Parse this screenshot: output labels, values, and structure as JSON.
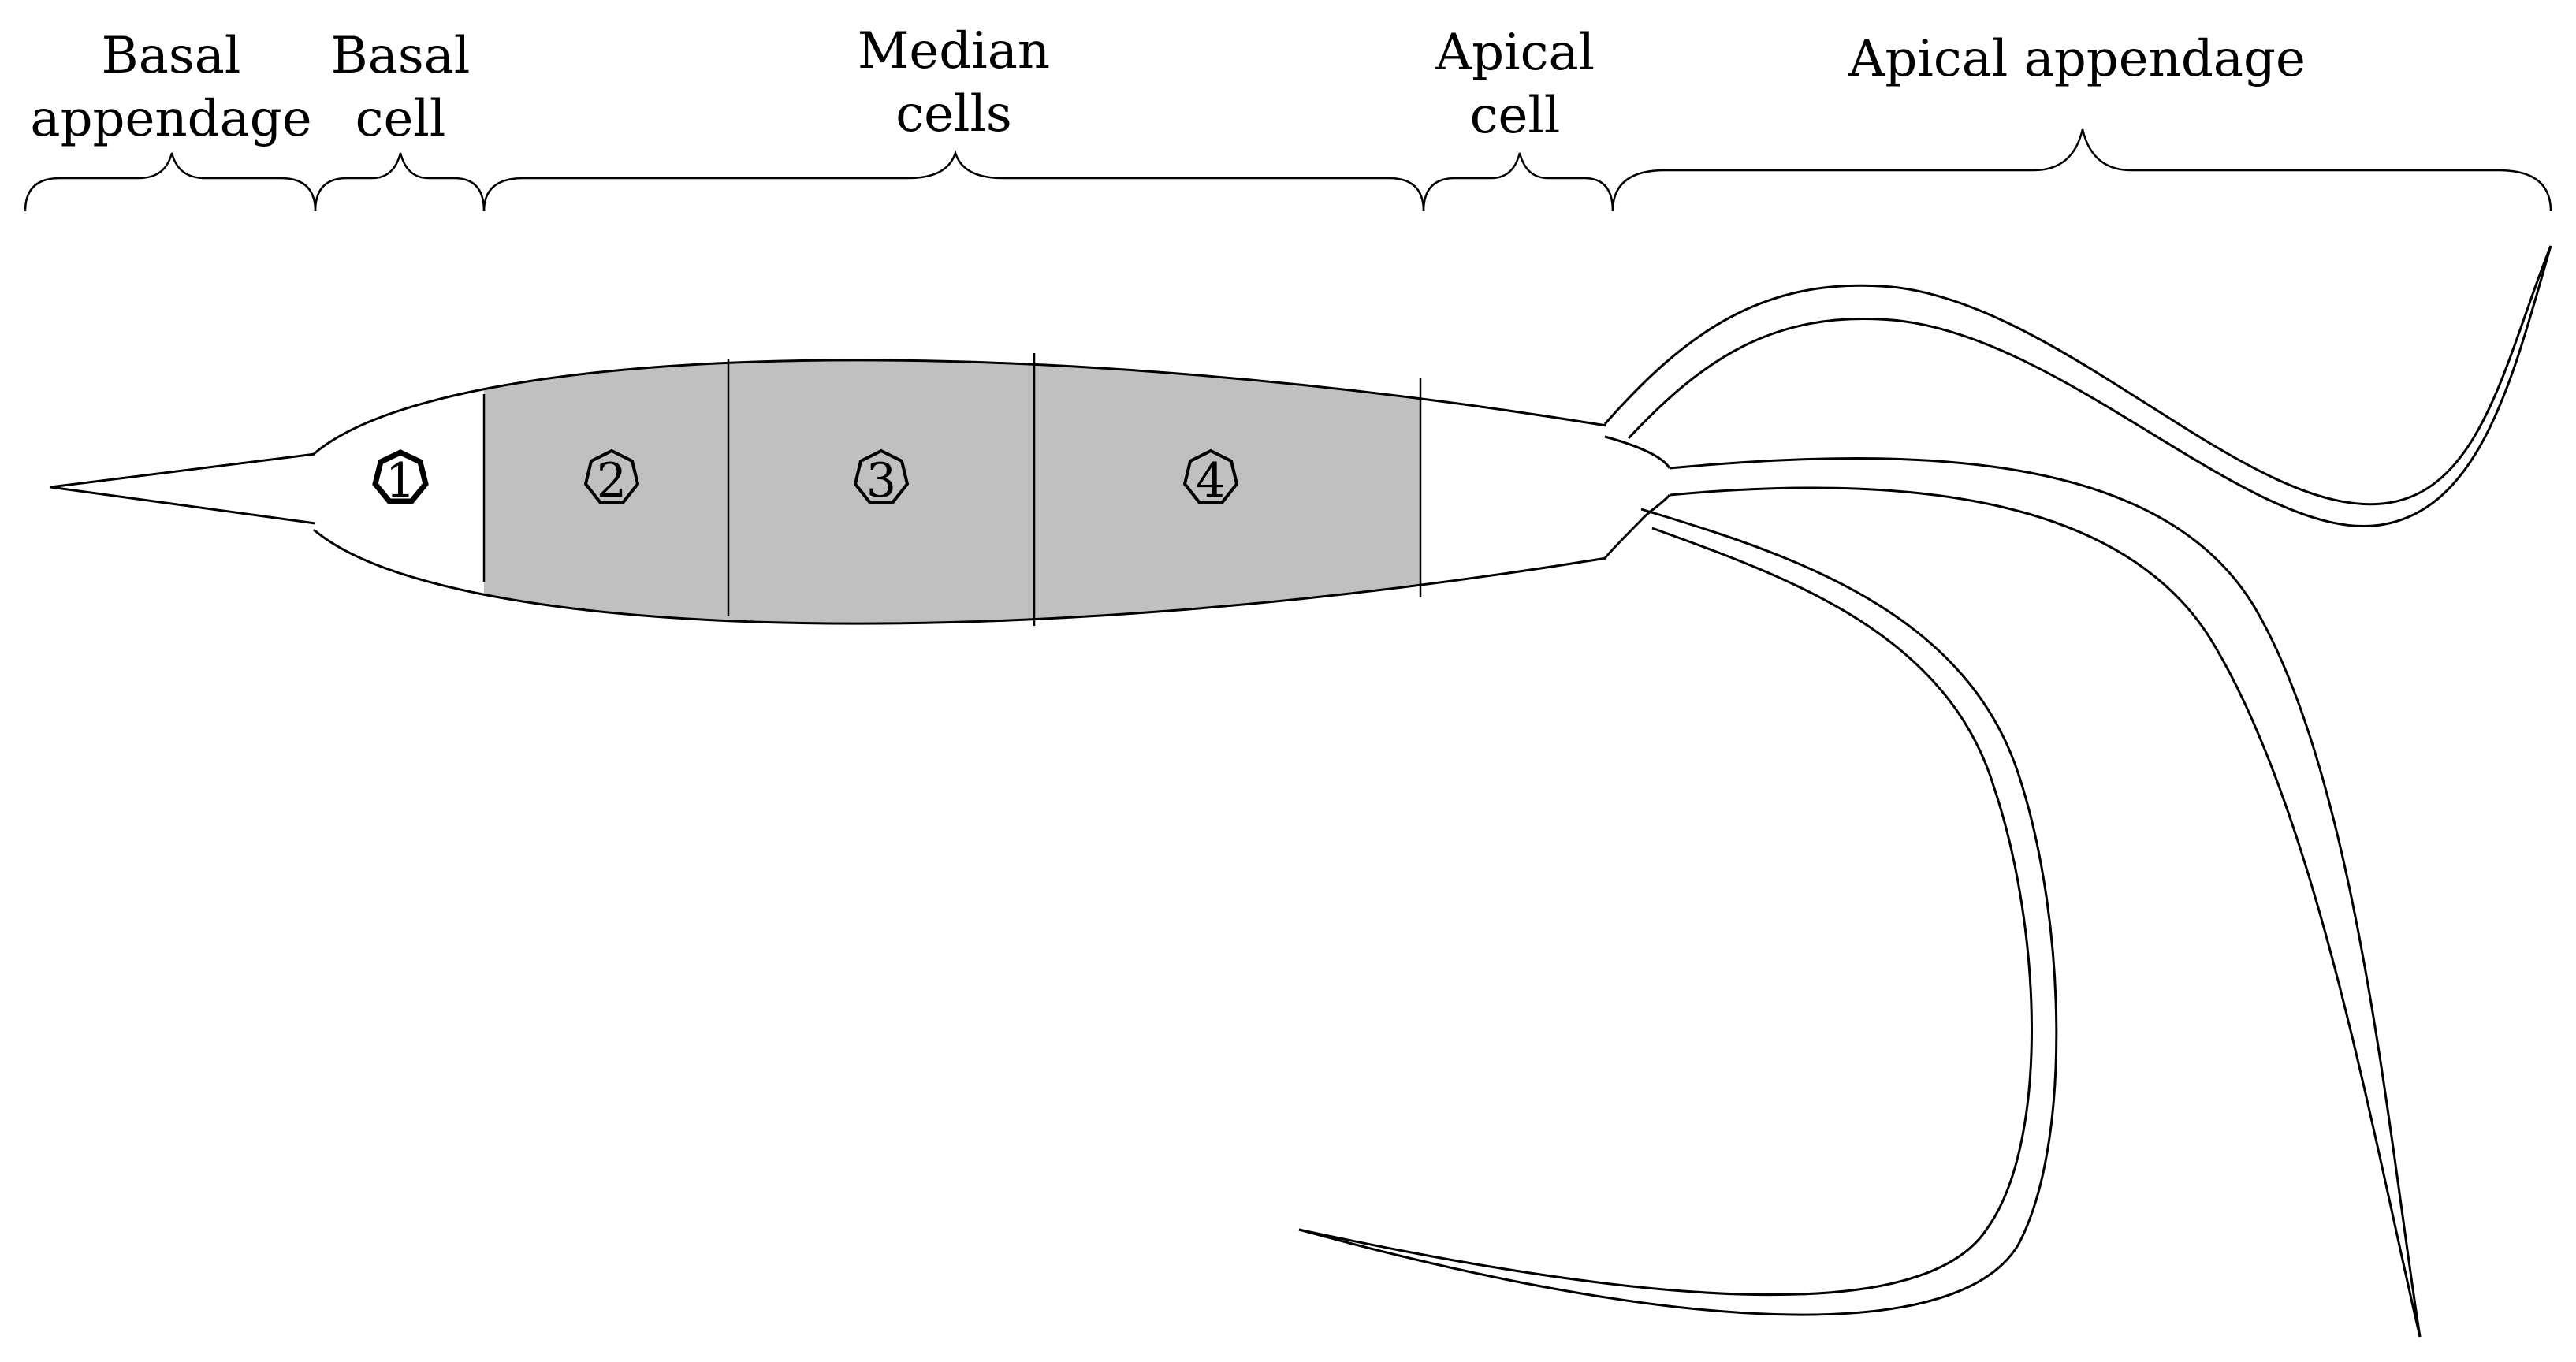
{
  "labels": {
    "basal_appendage": [
      "Basal",
      "appendage"
    ],
    "basal_cell": [
      "Basal",
      "cell"
    ],
    "median_cells": [
      "Median",
      "cells"
    ],
    "apical_cell": [
      "Apical",
      "cell"
    ],
    "apical_appendage": [
      "Apical appendage"
    ]
  },
  "cell_numbers": [
    "1",
    "2",
    "3",
    "4"
  ],
  "colors": {
    "median_fill": "#c0c0c0",
    "outline": "#000000",
    "background": "#ffffff"
  }
}
